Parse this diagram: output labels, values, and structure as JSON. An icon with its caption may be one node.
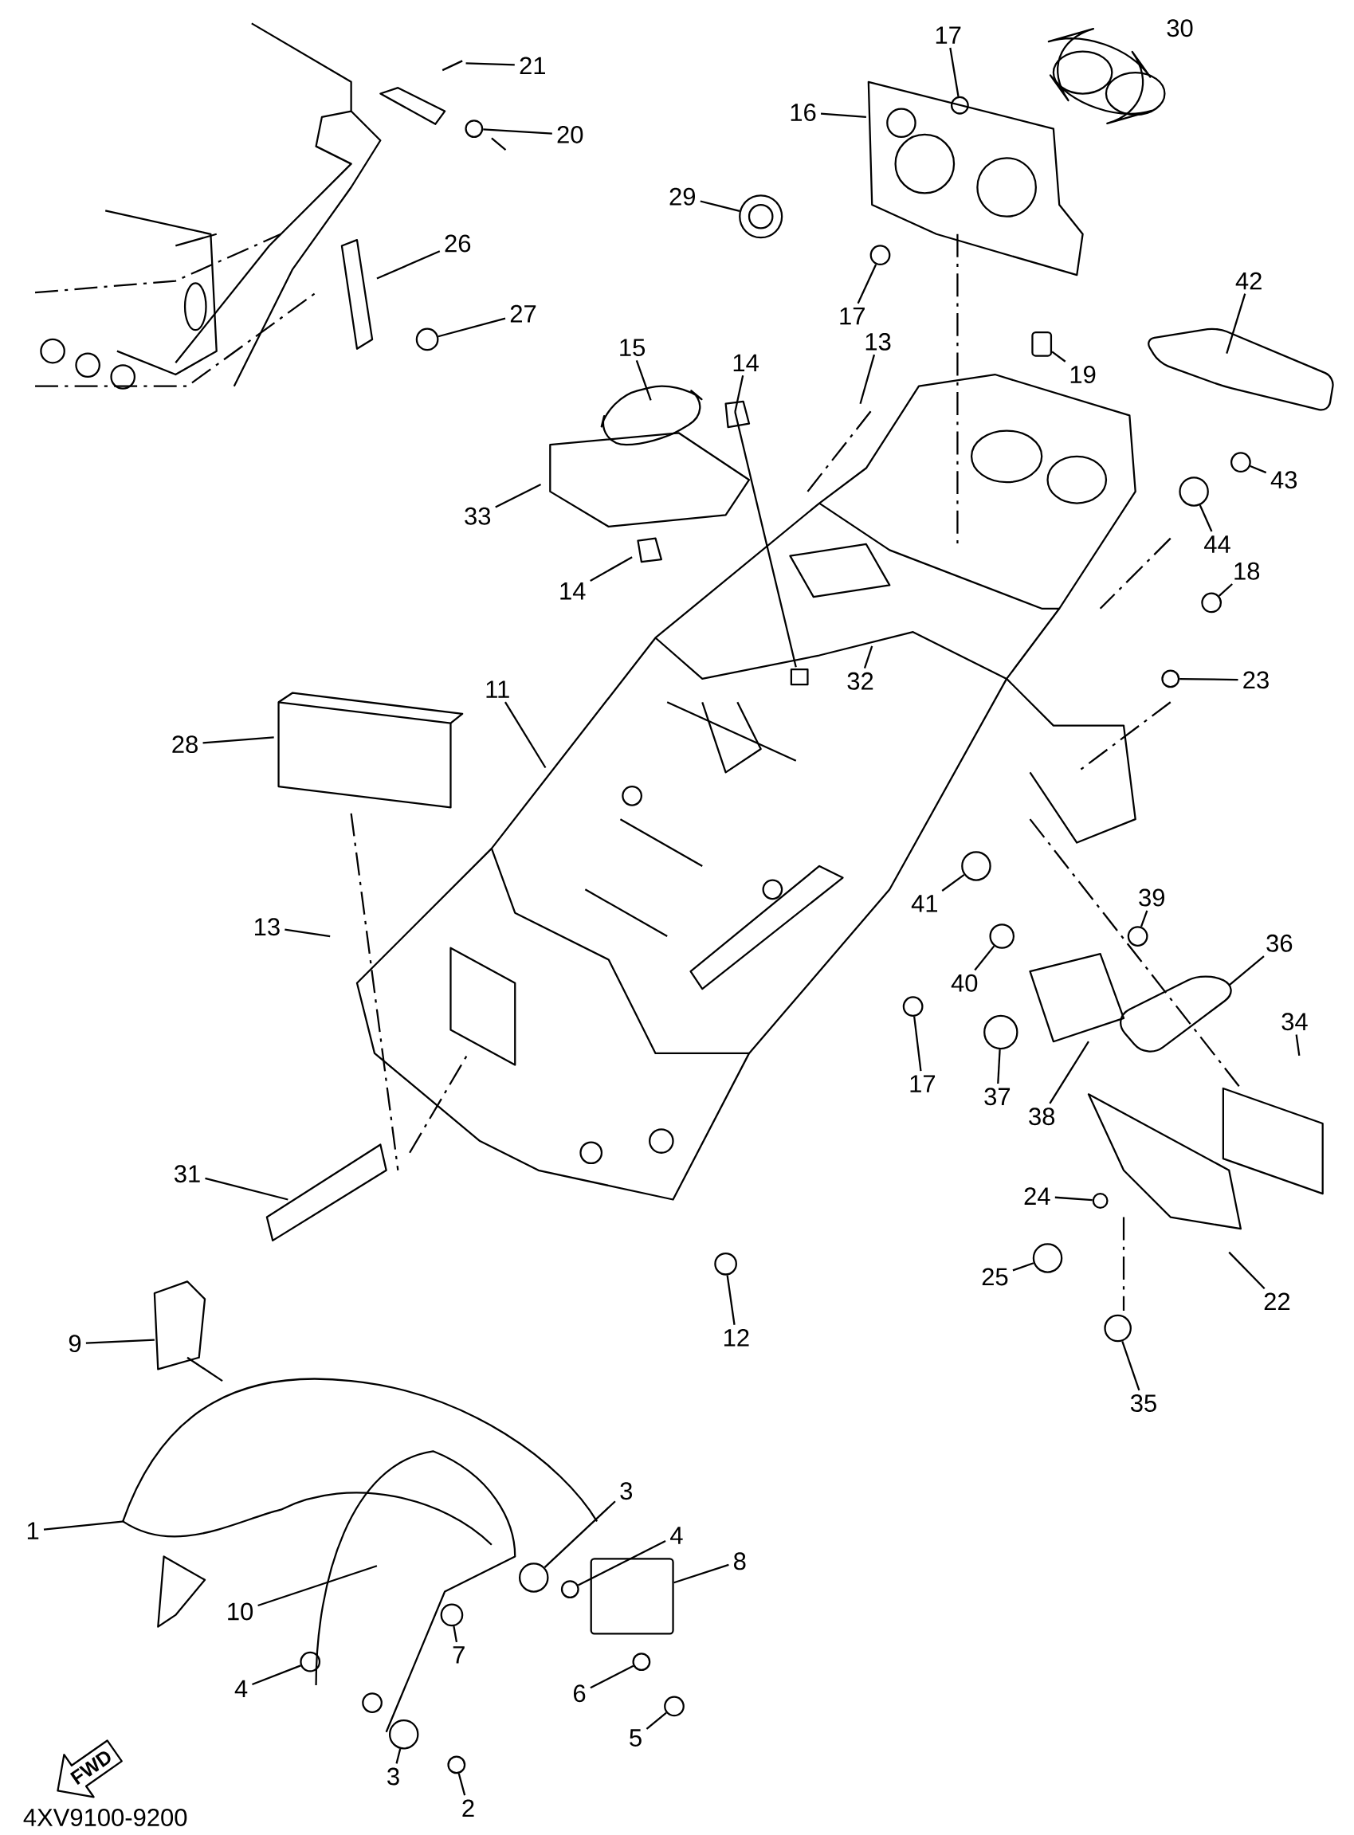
{
  "diagram": {
    "nodes": [
      {
        "text": [
          "21"
        ]
      },
      {
        "text": [
          "20"
        ]
      },
      {
        "text": [
          "26"
        ]
      },
      {
        "text": [
          "27"
        ]
      },
      {
        "text": [
          "17"
        ]
      },
      {
        "text": [
          "30"
        ]
      },
      {
        "text": [
          "16"
        ]
      },
      {
        "text": [
          "29"
        ]
      },
      {
        "text": [
          "17"
        ]
      },
      {
        "text": [
          "13"
        ]
      },
      {
        "text": [
          "15"
        ]
      },
      {
        "text": [
          "14"
        ]
      },
      {
        "text": [
          "42"
        ]
      },
      {
        "text": [
          "19"
        ]
      },
      {
        "text": [
          "43"
        ]
      },
      {
        "text": [
          "44"
        ]
      },
      {
        "text": [
          "18"
        ]
      },
      {
        "text": [
          "33"
        ]
      },
      {
        "text": [
          "14"
        ]
      },
      {
        "text": [
          "23"
        ]
      },
      {
        "text": [
          "32"
        ]
      },
      {
        "text": [
          "11"
        ]
      },
      {
        "text": [
          "28"
        ]
      },
      {
        "text": [
          "13"
        ]
      },
      {
        "text": [
          "41"
        ]
      },
      {
        "text": [
          "40"
        ]
      },
      {
        "text": [
          "39"
        ]
      },
      {
        "text": [
          "36"
        ]
      },
      {
        "text": [
          "17"
        ]
      },
      {
        "text": [
          "37"
        ]
      },
      {
        "text": [
          "38"
        ]
      },
      {
        "text": [
          "34"
        ]
      },
      {
        "text": [
          "31"
        ]
      },
      {
        "text": [
          "24"
        ]
      },
      {
        "text": [
          "25"
        ]
      },
      {
        "text": [
          "22"
        ]
      },
      {
        "text": [
          "12"
        ]
      },
      {
        "text": [
          "35"
        ]
      },
      {
        "text": [
          "9"
        ]
      },
      {
        "text": [
          "1"
        ]
      },
      {
        "text": [
          "3"
        ]
      },
      {
        "text": [
          "4"
        ]
      },
      {
        "text": [
          "8"
        ]
      },
      {
        "text": [
          "10"
        ]
      },
      {
        "text": [
          "7"
        ]
      },
      {
        "text": [
          "4"
        ]
      },
      {
        "text": [
          "6"
        ]
      },
      {
        "text": [
          "5"
        ]
      },
      {
        "text": [
          "3"
        ]
      },
      {
        "text": [
          "2"
        ]
      },
      {
        "text": [
          "FWD"
        ]
      },
      {
        "text": [],
        "shape": "circle"
      },
      {
        "text": [],
        "shape": "circle"
      },
      {
        "text": [],
        "shape": "circle"
      },
      {
        "text": [],
        "shape": "circle"
      },
      {
        "text": [],
        "shape": "circle"
      },
      {
        "text": [],
        "shape": "circle"
      },
      {
        "text": [],
        "shape": "circle"
      },
      {
        "text": [],
        "shape": "circle"
      },
      {
        "text": [],
        "shape": "circle"
      },
      {
        "text": [],
        "shape": "circle"
      },
      {
        "text": [],
        "shape": "circle"
      },
      {
        "text": [],
        "shape": "circle"
      },
      {
        "text": [],
        "shape": "circle"
      },
      {
        "text": [],
        "shape": "circle"
      },
      {
        "text": [],
        "shape": "circle"
      },
      {
        "text": [],
        "shape": "circle"
      },
      {
        "text": [],
        "shape": "circle"
      },
      {
        "text": [],
        "shape": "circle"
      },
      {
        "text": [],
        "shape": "circle"
      },
      {
        "text": [],
        "shape": "circle"
      },
      {
        "text": [],
        "shape": "circle"
      },
      {
        "text": [],
        "shape": "circle"
      },
      {
        "text": [],
        "shape": "circle"
      },
      {
        "text": [],
        "shape": "circle"
      },
      {
        "text": [],
        "shape": "circle"
      },
      {
        "text": [],
        "shape": "circle"
      },
      {
        "text": [],
        "shape": "box"
      },
      {
        "text": [],
        "shape": "box"
      }
    ],
    "edges": [
      {
        "from": 0,
        "to": null,
        "arrow": "none"
      },
      {
        "from": 1,
        "to": 52,
        "arrow": "none"
      },
      {
        "from": 2,
        "to": null,
        "arrow": "none"
      },
      {
        "from": 3,
        "to": 55,
        "arrow": "none"
      },
      {
        "from": 4,
        "to": 51,
        "arrow": "none"
      },
      {
        "from": 6,
        "to": null,
        "arrow": "none"
      },
      {
        "from": 7,
        "to": 53,
        "arrow": "none"
      },
      {
        "from": 8,
        "to": 54,
        "arrow": "none"
      },
      {
        "from": 9,
        "to": null,
        "arrow": "none"
      },
      {
        "from": 10,
        "to": null,
        "arrow": "none"
      },
      {
        "from": 11,
        "to": null,
        "arrow": "none"
      },
      {
        "from": 12,
        "to": null,
        "arrow": "none"
      },
      {
        "from": 13,
        "to": 77,
        "arrow": "none"
      },
      {
        "from": 14,
        "to": 56,
        "arrow": "none"
      },
      {
        "from": 15,
        "to": 57,
        "arrow": "none"
      },
      {
        "from": 16,
        "to": 58,
        "arrow": "none"
      },
      {
        "from": 17,
        "to": null,
        "arrow": "none"
      },
      {
        "from": 18,
        "to": null,
        "arrow": "none"
      },
      {
        "from": 19,
        "to": 59,
        "arrow": "none"
      },
      {
        "from": 20,
        "to": null,
        "arrow": "none"
      },
      {
        "from": 21,
        "to": null,
        "arrow": "none"
      },
      {
        "from": 22,
        "to": null,
        "arrow": "none"
      },
      {
        "from": 23,
        "to": null,
        "arrow": "none"
      },
      {
        "from": 24,
        "to": 60,
        "arrow": "none"
      },
      {
        "from": 25,
        "to": 61,
        "arrow": "none"
      },
      {
        "from": 26,
        "to": 62,
        "arrow": "none"
      },
      {
        "from": 27,
        "to": null,
        "arrow": "none"
      },
      {
        "from": 28,
        "to": 63,
        "arrow": "none"
      },
      {
        "from": 29,
        "to": 64,
        "arrow": "none"
      },
      {
        "from": 30,
        "to": null,
        "arrow": "none"
      },
      {
        "from": 31,
        "to": null,
        "arrow": "none"
      },
      {
        "from": 32,
        "to": null,
        "arrow": "none"
      },
      {
        "from": 33,
        "to": 65,
        "arrow": "none"
      },
      {
        "from": 34,
        "to": 66,
        "arrow": "none"
      },
      {
        "from": 35,
        "to": null,
        "arrow": "none"
      },
      {
        "from": 36,
        "to": 67,
        "arrow": "none"
      },
      {
        "from": 37,
        "to": 68,
        "arrow": "none"
      },
      {
        "from": 38,
        "to": null,
        "arrow": "none"
      },
      {
        "from": 39,
        "to": null,
        "arrow": "none"
      },
      {
        "from": 40,
        "to": 69,
        "arrow": "none"
      },
      {
        "from": 41,
        "to": 70,
        "arrow": "none"
      },
      {
        "from": 42,
        "to": 78,
        "arrow": "none"
      },
      {
        "from": 43,
        "to": null,
        "arrow": "none"
      },
      {
        "from": 44,
        "to": 71,
        "arrow": "none"
      },
      {
        "from": 45,
        "to": 72,
        "arrow": "none"
      },
      {
        "from": 46,
        "to": 73,
        "arrow": "none"
      },
      {
        "from": 47,
        "to": 74,
        "arrow": "none"
      },
      {
        "from": 48,
        "to": 75,
        "arrow": "none"
      },
      {
        "from": 49,
        "to": 76,
        "arrow": "none"
      }
    ],
    "labels": [
      "4XV9100-9200"
    ]
  }
}
